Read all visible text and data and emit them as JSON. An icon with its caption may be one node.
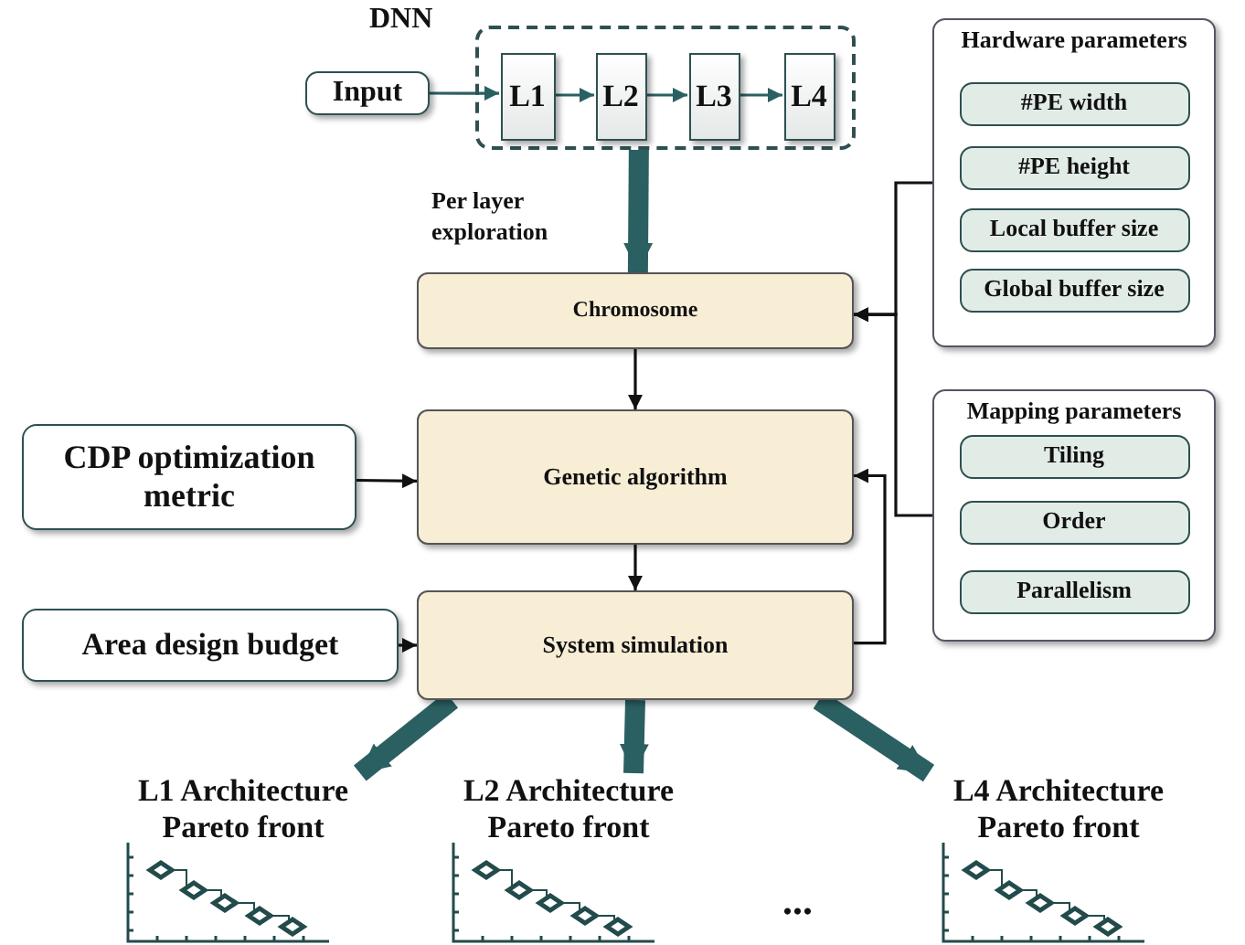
{
  "diagram": {
    "nodes": [
      {
        "text": [
          "DNN"
        ]
      },
      {
        "text": [
          "Input"
        ]
      },
      {
        "text": [
          "L1"
        ],
        "in": 0
      },
      {
        "text": [
          "L2"
        ],
        "in": 0
      },
      {
        "text": [
          "L3"
        ],
        "in": 0
      },
      {
        "text": [
          "L4"
        ],
        "in": 0
      },
      {
        "text": [
          "Chromosome"
        ]
      },
      {
        "text": [
          "CDP optimization metric"
        ]
      },
      {
        "text": [
          "Genetic algorithm"
        ]
      },
      {
        "text": [
          "Area design budget"
        ]
      },
      {
        "text": [
          "System simulation"
        ]
      },
      {
        "text": [
          "Hardware parameters"
        ]
      },
      {
        "text": [
          "#PE width"
        ],
        "in": 11
      },
      {
        "text": [
          "#PE height"
        ],
        "in": 11
      },
      {
        "text": [
          "Local buffer size"
        ],
        "in": 11
      },
      {
        "text": [
          "Global buffer size"
        ],
        "in": 11
      },
      {
        "text": [
          "Mapping parameters"
        ]
      },
      {
        "text": [
          "Tiling"
        ],
        "in": 16
      },
      {
        "text": [
          "Order"
        ],
        "in": 16
      },
      {
        "text": [
          "Parallelism"
        ],
        "in": 16
      },
      {
        "text": [
          "L1 Architecture Pareto front"
        ]
      },
      {
        "text": [
          "L2 Architecture Pareto front"
        ]
      },
      {
        "text": [
          "L4 Architecture Pareto front"
        ]
      }
    ],
    "edges": [
      {
        "from": 1,
        "to": 2,
        "arrow": "to"
      },
      {
        "from": 2,
        "to": 3,
        "arrow": "to"
      },
      {
        "from": 3,
        "to": 4,
        "arrow": "to"
      },
      {
        "from": 4,
        "to": 5,
        "arrow": "to"
      },
      {
        "from": 0,
        "to": 6,
        "arrow": "to",
        "label": "Per layer exploration",
        "style": "thick"
      },
      {
        "from": 6,
        "to": 8,
        "arrow": "to",
        "color": "#111111"
      },
      {
        "from": 8,
        "to": 10,
        "arrow": "to",
        "color": "#111111"
      },
      {
        "from": 7,
        "to": 8,
        "arrow": "to",
        "color": "#111111"
      },
      {
        "from": 9,
        "to": 10,
        "arrow": "to",
        "color": "#111111"
      },
      {
        "from": 11,
        "to": 6,
        "arrow": "to",
        "color": "#111111"
      },
      {
        "from": 16,
        "to": 6,
        "arrow": "to",
        "color": "#111111"
      },
      {
        "from": 10,
        "to": 8,
        "arrow": "to",
        "color": "#111111"
      },
      {
        "from": 10,
        "to": 20,
        "arrow": "to",
        "style": "thick"
      },
      {
        "from": 10,
        "to": 21,
        "arrow": "to",
        "style": "thick"
      },
      {
        "from": 10,
        "to": 22,
        "arrow": "to",
        "style": "thick"
      }
    ],
    "labels": [
      "..."
    ]
  }
}
